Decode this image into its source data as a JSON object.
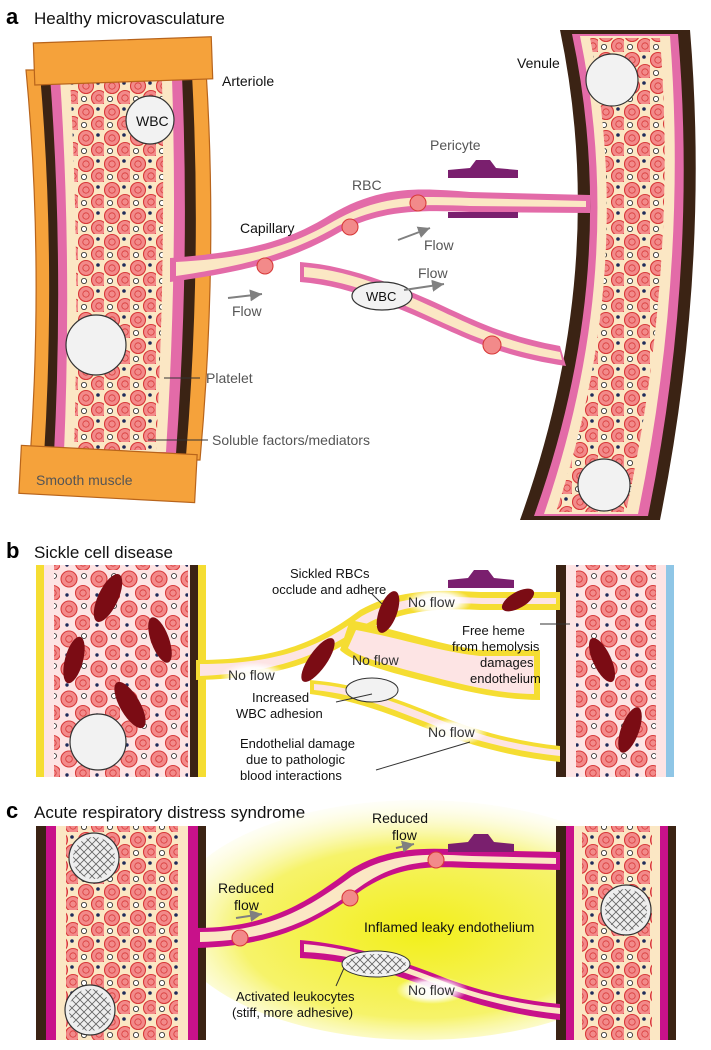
{
  "colors": {
    "rbc_fill": "#f28a8a",
    "rbc_edge": "#d83a3a",
    "plasma": "#fbe7c4",
    "endothelium": "#e36ba8",
    "basement_dark": "#3b2314",
    "smooth_muscle": "#f5a23b",
    "pericyte": "#7a1f6e",
    "sickle": "#7b0c14",
    "sickle_endo": "#f4dd33",
    "ards_glow": "#f2ef1a",
    "ards_endo": "#c8118a",
    "arrow_gray": "#808080"
  },
  "panel_a": {
    "letter": "a",
    "title": "Healthy microvasculature",
    "labels": {
      "arteriole": "Arteriole",
      "venule": "Venule",
      "wbc_top": "WBC",
      "wbc_cap": "WBC",
      "pericyte": "Pericyte",
      "rbc": "RBC",
      "capillary": "Capillary",
      "flow_upper": "Flow",
      "flow_mid": "Flow",
      "flow_lower": "Flow",
      "platelet": "Platelet",
      "soluble": "Soluble factors/mediators",
      "smooth_muscle": "Smooth muscle"
    }
  },
  "panel_b": {
    "letter": "b",
    "title": "Sickle cell disease",
    "labels": {
      "sickled_1": "Sickled RBCs",
      "sickled_2": "occlude and adhere",
      "noflow_top": "No flow",
      "noflow_left": "No flow",
      "noflow_mid": "No flow",
      "noflow_bottom": "No flow",
      "free_heme_1": "Free heme",
      "free_heme_2": "from hemolysis",
      "free_heme_3": "damages",
      "free_heme_4": "endothelium",
      "wbc_adh_1": "Increased",
      "wbc_adh_2": "WBC adhesion",
      "endo_dmg_1": "Endothelial damage",
      "endo_dmg_2": "due to pathologic",
      "endo_dmg_3": "blood interactions"
    }
  },
  "panel_c": {
    "letter": "c",
    "title": "Acute respiratory distress syndrome",
    "labels": {
      "reduced_top_1": "Reduced",
      "reduced_top_2": "flow",
      "reduced_left_1": "Reduced",
      "reduced_left_2": "flow",
      "inflamed": "Inflamed leaky endothelium",
      "noflow": "No flow",
      "activated_1": "Activated leukocytes",
      "activated_2": "(stiff, more adhesive)"
    }
  }
}
